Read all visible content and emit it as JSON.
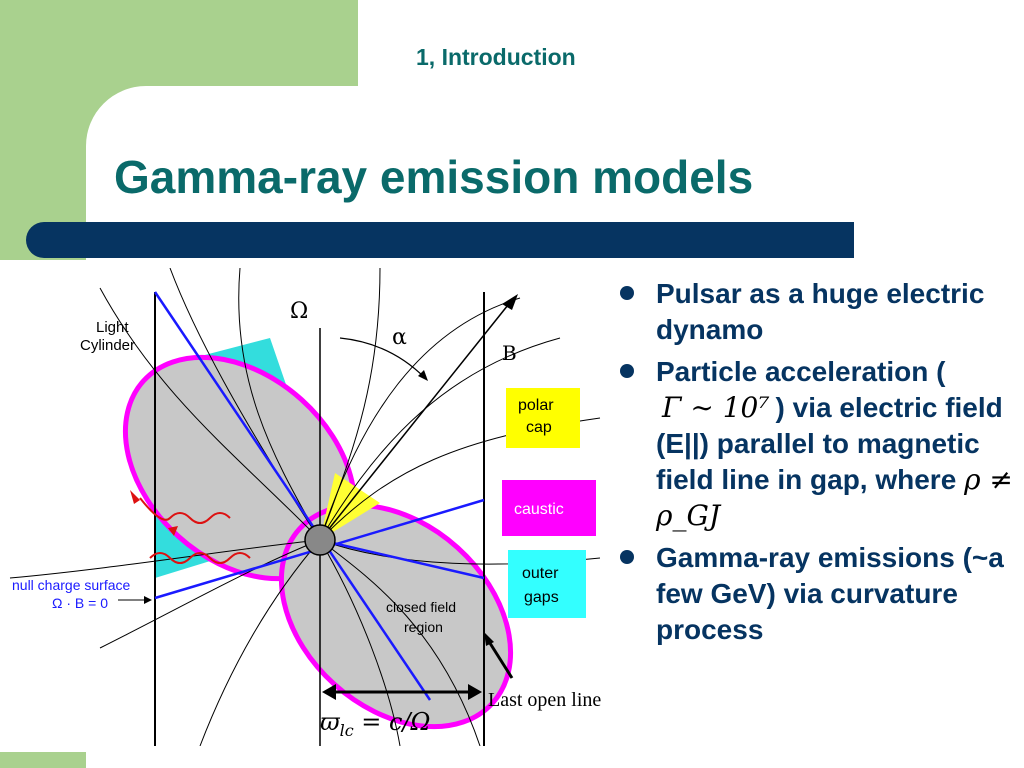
{
  "slide": {
    "section": "1, Introduction",
    "title": "Gamma-ray emission models"
  },
  "diagram": {
    "light_cylinder_label": "Light\nCylinder",
    "omega_label": "Ω",
    "alpha_label": "α",
    "b_label": "B",
    "null_charge_label": "null charge surface",
    "null_charge_eq": "Ω · B = 0",
    "closed_field_label": "closed field\nregion",
    "last_open_line_label": "Last open line",
    "legend": [
      {
        "label": "polar\ncap",
        "color": "#ffff00"
      },
      {
        "label": "caustic",
        "color": "#ff00ff"
      },
      {
        "label": "outer\ngaps",
        "color": "#33ffff"
      }
    ],
    "lc_formula": "ϖ_lc = c/Ω"
  },
  "bullets": [
    {
      "text_a": "Pulsar as a huge electric dynamo"
    },
    {
      "text_a": "Particle acceleration (",
      "math": "Γ ∼ 10⁷",
      "text_b": ") via electric field (E||) parallel to magnetic field line in gap, where ",
      "math2": "ρ ≠ ρ_GJ"
    },
    {
      "text_a": "Gamma-ray emissions (~a few GeV) via curvature process"
    }
  ]
}
